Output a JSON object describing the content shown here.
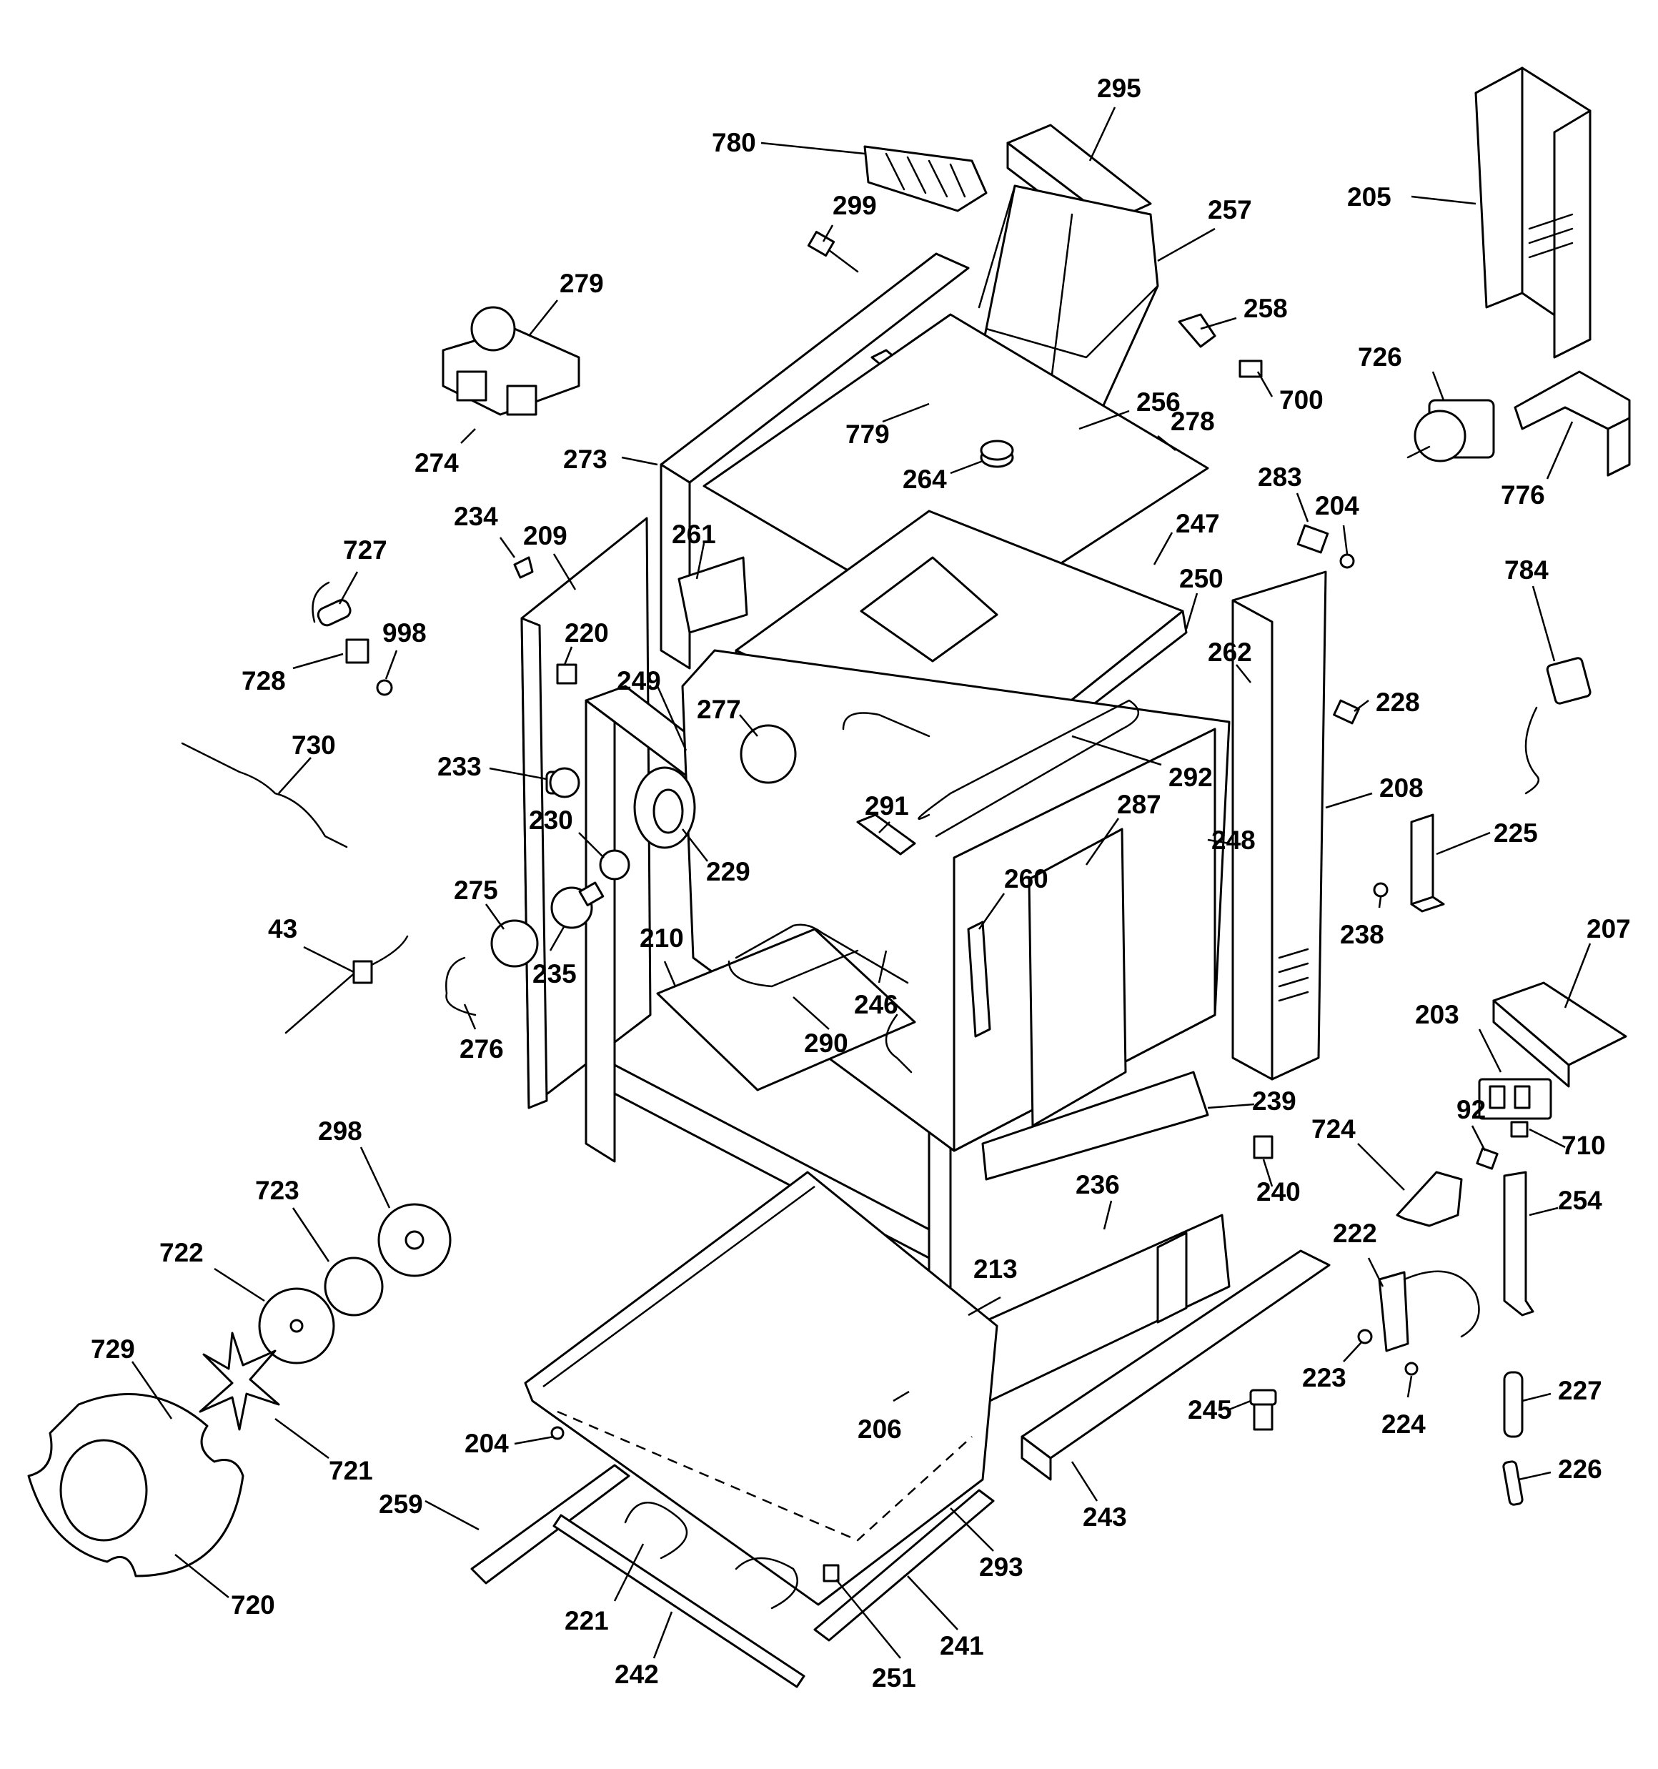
{
  "labels": [
    {
      "id": "780",
      "text": "780"
    },
    {
      "id": "295",
      "text": "295"
    },
    {
      "id": "205",
      "text": "205"
    },
    {
      "id": "299",
      "text": "299"
    },
    {
      "id": "257",
      "text": "257"
    },
    {
      "id": "279",
      "text": "279"
    },
    {
      "id": "258",
      "text": "258"
    },
    {
      "id": "726",
      "text": "726"
    },
    {
      "id": "700",
      "text": "700"
    },
    {
      "id": "256",
      "text": "256"
    },
    {
      "id": "278",
      "text": "278"
    },
    {
      "id": "779",
      "text": "779"
    },
    {
      "id": "274",
      "text": "274"
    },
    {
      "id": "273",
      "text": "273"
    },
    {
      "id": "776",
      "text": "776"
    },
    {
      "id": "264",
      "text": "264"
    },
    {
      "id": "283",
      "text": "283"
    },
    {
      "id": "204a",
      "text": "204"
    },
    {
      "id": "234",
      "text": "234"
    },
    {
      "id": "209",
      "text": "209"
    },
    {
      "id": "247",
      "text": "247"
    },
    {
      "id": "727",
      "text": "727"
    },
    {
      "id": "261",
      "text": "261"
    },
    {
      "id": "250",
      "text": "250"
    },
    {
      "id": "784",
      "text": "784"
    },
    {
      "id": "998",
      "text": "998"
    },
    {
      "id": "220",
      "text": "220"
    },
    {
      "id": "262",
      "text": "262"
    },
    {
      "id": "728",
      "text": "728"
    },
    {
      "id": "249",
      "text": "249"
    },
    {
      "id": "228",
      "text": "228"
    },
    {
      "id": "277",
      "text": "277"
    },
    {
      "id": "730",
      "text": "730"
    },
    {
      "id": "233",
      "text": "233"
    },
    {
      "id": "292",
      "text": "292"
    },
    {
      "id": "208",
      "text": "208"
    },
    {
      "id": "291",
      "text": "291"
    },
    {
      "id": "287",
      "text": "287"
    },
    {
      "id": "230",
      "text": "230"
    },
    {
      "id": "225",
      "text": "225"
    },
    {
      "id": "248",
      "text": "248"
    },
    {
      "id": "229",
      "text": "229"
    },
    {
      "id": "275",
      "text": "275"
    },
    {
      "id": "260",
      "text": "260"
    },
    {
      "id": "207",
      "text": "207"
    },
    {
      "id": "43",
      "text": "43"
    },
    {
      "id": "238",
      "text": "238"
    },
    {
      "id": "210",
      "text": "210"
    },
    {
      "id": "235",
      "text": "235"
    },
    {
      "id": "246",
      "text": "246"
    },
    {
      "id": "203",
      "text": "203"
    },
    {
      "id": "290",
      "text": "290"
    },
    {
      "id": "276",
      "text": "276"
    },
    {
      "id": "239",
      "text": "239"
    },
    {
      "id": "92",
      "text": "92"
    },
    {
      "id": "724",
      "text": "724"
    },
    {
      "id": "710",
      "text": "710"
    },
    {
      "id": "236",
      "text": "236"
    },
    {
      "id": "240",
      "text": "240"
    },
    {
      "id": "298",
      "text": "298"
    },
    {
      "id": "723",
      "text": "723"
    },
    {
      "id": "254",
      "text": "254"
    },
    {
      "id": "222",
      "text": "222"
    },
    {
      "id": "722",
      "text": "722"
    },
    {
      "id": "213",
      "text": "213"
    },
    {
      "id": "729",
      "text": "729"
    },
    {
      "id": "223",
      "text": "223"
    },
    {
      "id": "227",
      "text": "227"
    },
    {
      "id": "245",
      "text": "245"
    },
    {
      "id": "206",
      "text": "206"
    },
    {
      "id": "224",
      "text": "224"
    },
    {
      "id": "721",
      "text": "721"
    },
    {
      "id": "204b",
      "text": "204"
    },
    {
      "id": "226",
      "text": "226"
    },
    {
      "id": "243",
      "text": "243"
    },
    {
      "id": "259",
      "text": "259"
    },
    {
      "id": "293",
      "text": "293"
    },
    {
      "id": "720",
      "text": "720"
    },
    {
      "id": "221",
      "text": "221"
    },
    {
      "id": "241",
      "text": "241"
    },
    {
      "id": "242",
      "text": "242"
    },
    {
      "id": "251",
      "text": "251"
    }
  ]
}
